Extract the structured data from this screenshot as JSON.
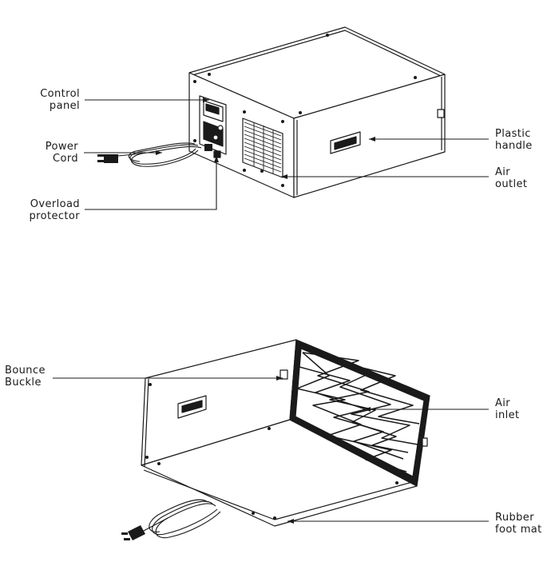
{
  "top_diagram": {
    "labels": {
      "control_panel": [
        "Control",
        "panel"
      ],
      "power_cord": [
        "Power",
        "Cord"
      ],
      "overload_protector": [
        "Overload",
        "protector"
      ],
      "plastic_handle": [
        "Plastic",
        "handle"
      ],
      "air_outlet": [
        "Air",
        "outlet"
      ]
    }
  },
  "bottom_diagram": {
    "labels": {
      "bounce_buckle": [
        "Bounce",
        "Buckle"
      ],
      "air_inlet": [
        "Air",
        "inlet"
      ],
      "rubber_foot_mat": [
        "Rubber",
        "foot mat"
      ]
    }
  },
  "colors": {
    "line": "#1a1a1a",
    "fill": "#ffffff"
  }
}
